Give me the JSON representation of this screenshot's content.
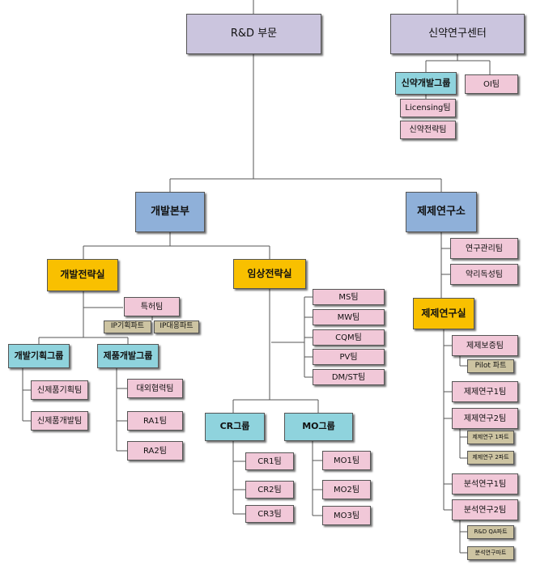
{
  "top": {
    "rnd": "R&D 부문",
    "drug_center": "신약연구센터"
  },
  "drug_center": {
    "dev_group": "신약개발그룹",
    "licensing": "Licensing팀",
    "strategy": "신약전략팀",
    "oi": "OI팀"
  },
  "dev_hq": {
    "title": "개발본부",
    "strategy_office": {
      "title": "개발전략실",
      "patent": "특허팀",
      "ip_plan": "IP기획파트",
      "ip_resp": "IP대응파트",
      "plan_group": {
        "title": "개발기획그룹",
        "items": [
          "신제품기획팀",
          "신제품개발팀"
        ]
      },
      "product_group": {
        "title": "제품개발그룹",
        "items": [
          "대외협력팀",
          "RA1팀",
          "RA2팀"
        ]
      }
    },
    "clinical_office": {
      "title": "임상전략실",
      "teams": [
        "MS팀",
        "MW팀",
        "CQM팀",
        "PV팀",
        "DM/ST팀"
      ],
      "cr_group": {
        "title": "CR그룹",
        "items": [
          "CR1팀",
          "CR2팀",
          "CR3팀"
        ]
      },
      "mo_group": {
        "title": "MO그룹",
        "items": [
          "MO1팀",
          "MO2팀",
          "MO3팀"
        ]
      }
    }
  },
  "formulation": {
    "title": "제제연구소",
    "research_mgmt": "연구관리팀",
    "drug_product": "약리독성팀",
    "lab": {
      "title": "제제연구실",
      "support": "제제보증팀",
      "pilot": "Pilot 파트",
      "res1": "제제연구1팀",
      "res2": "제제연구2팀",
      "res2_part1": "제제연구 1파트",
      "res2_part2": "제제연구 2파트",
      "anal1": "분석연구1팀",
      "anal2": "분석연구2팀",
      "rd_qa": "R&D QA파트",
      "anal_part": "분석연구파트"
    }
  }
}
